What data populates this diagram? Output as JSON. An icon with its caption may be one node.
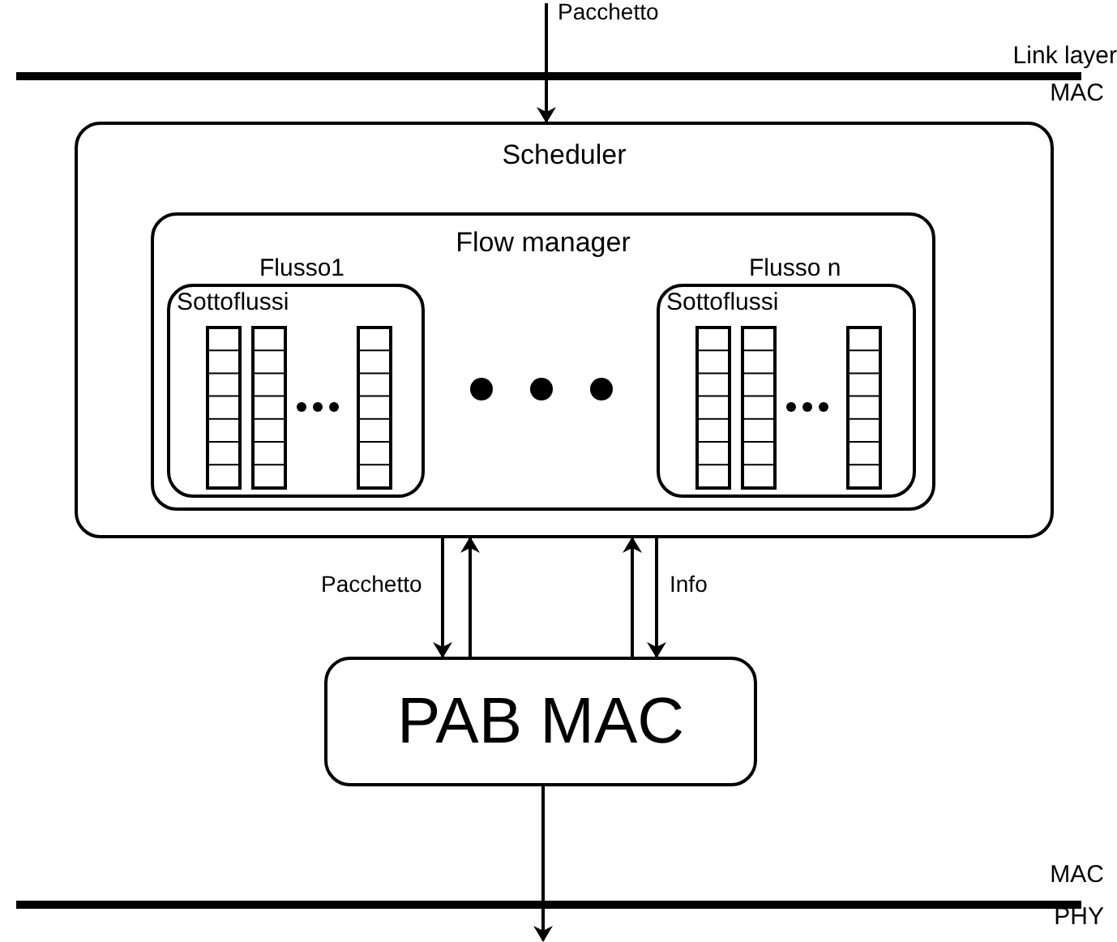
{
  "diagram": {
    "nodes": [
      {
        "text": [
          "Scheduler"
        ]
      },
      {
        "text": [
          "Flow manager"
        ],
        "in": 0
      },
      {
        "text": [
          "Flusso1",
          "Sottoflussi"
        ],
        "in": 1
      },
      {
        "text": [
          "Flusso n",
          "Sottoflussi"
        ],
        "in": 1
      },
      {
        "text": [
          "PAB MAC"
        ]
      }
    ],
    "edges": [
      {
        "from": null,
        "to": 0,
        "label": "Pacchetto",
        "arrow": "to"
      },
      {
        "from": 0,
        "to": 4,
        "label": "Pacchetto",
        "arrow": "to"
      },
      {
        "from": 4,
        "to": 0,
        "arrow": "to"
      },
      {
        "from": 4,
        "to": 0,
        "arrow": "to"
      },
      {
        "from": 0,
        "to": 4,
        "label": "Info",
        "arrow": "to"
      },
      {
        "from": 4,
        "to": null,
        "arrow": "to"
      }
    ],
    "labels": [
      "Link layer",
      "MAC",
      "MAC",
      "PHY"
    ]
  }
}
